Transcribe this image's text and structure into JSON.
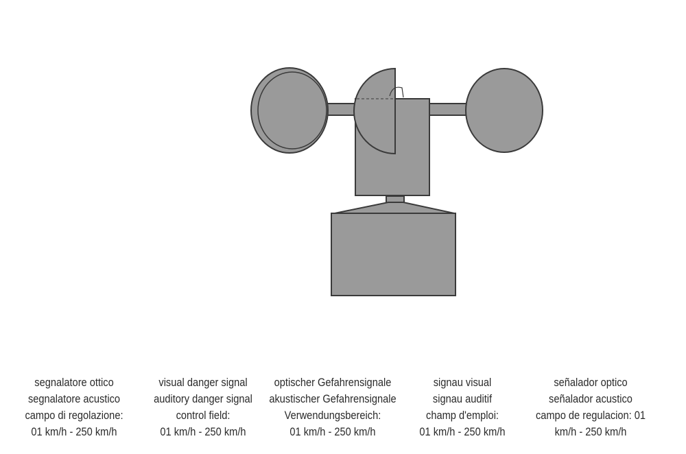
{
  "captions": [
    {
      "lang": "it",
      "lines": [
        "segnalatore ottico",
        "segnalatore acustico",
        "campo di regolazione:",
        "01 km/h - 250 km/h"
      ]
    },
    {
      "lang": "en",
      "lines": [
        "visual danger signal",
        "auditory danger signal",
        "control field:",
        "01 km/h - 250 km/h"
      ]
    },
    {
      "lang": "de",
      "lines": [
        "optischer Gefahrensignale",
        "akustischer Gefahrensignale",
        "Verwendungsbereich:",
        "01 km/h - 250 km/h"
      ]
    },
    {
      "lang": "fr",
      "lines": [
        "signau visual",
        "signau auditif",
        "champ d'emploi:",
        "01 km/h - 250 km/h"
      ]
    },
    {
      "lang": "es",
      "lines": [
        "señalador optico",
        "señalador acustico",
        "campo de regulacion: 01",
        "km/h - 250 km/h"
      ]
    }
  ],
  "colors": {
    "body_fill": "#9a9a9a",
    "outline": "#3a3a3a",
    "text": "#2a2a2a"
  }
}
